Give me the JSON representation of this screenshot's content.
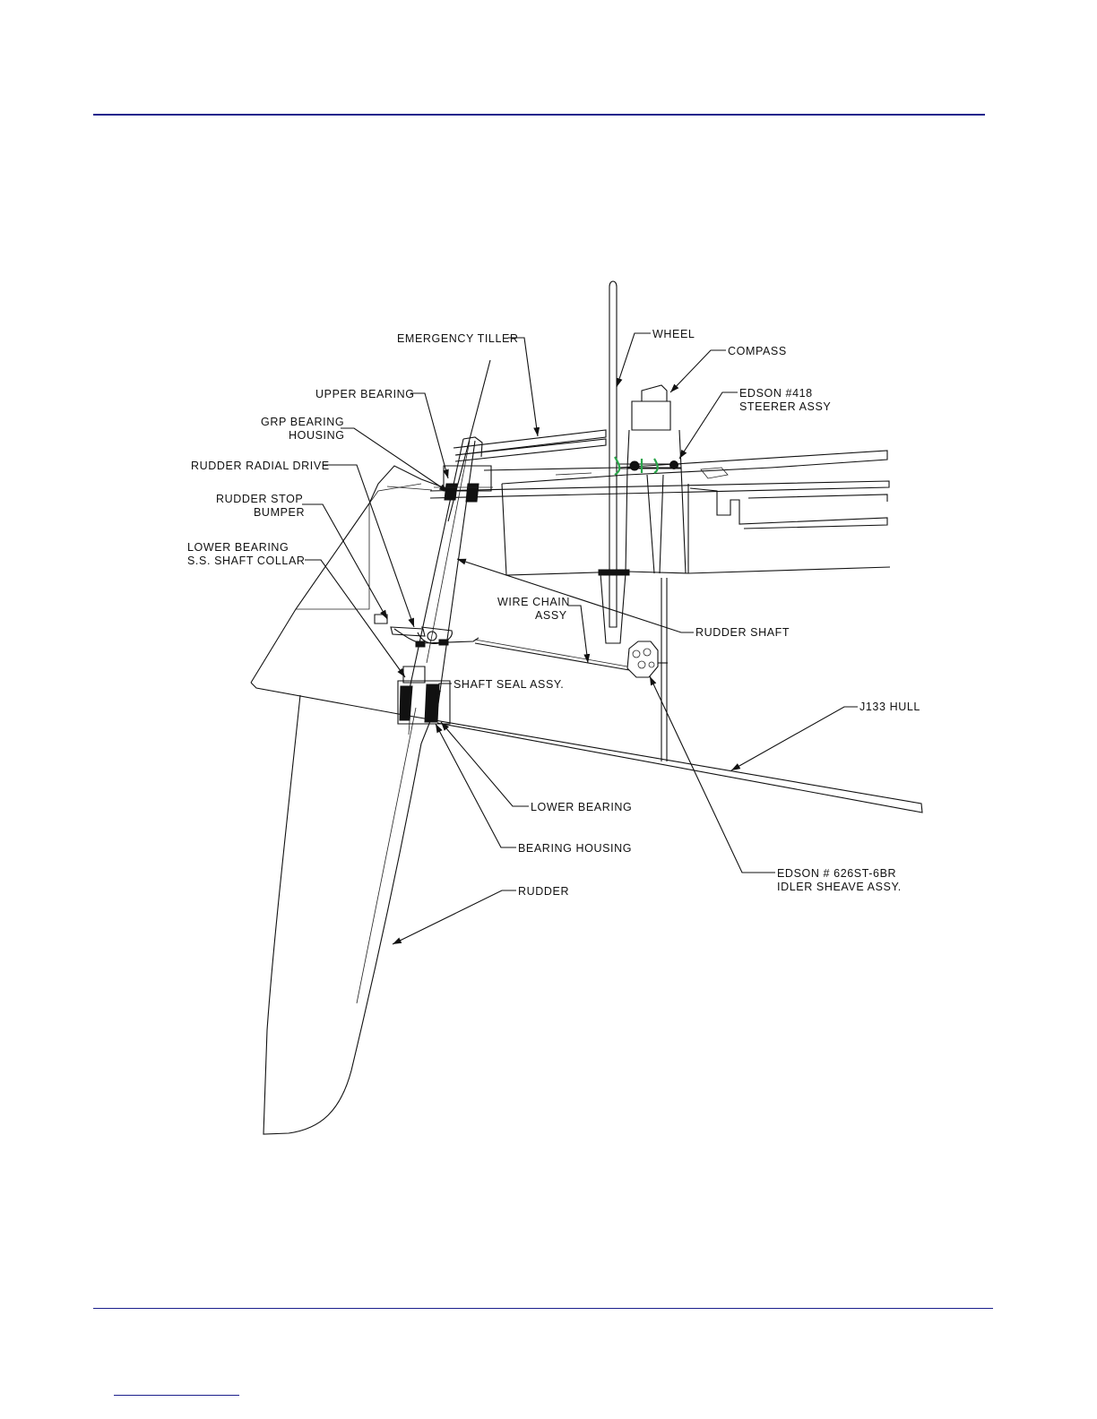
{
  "labels": {
    "emergency_tiller": "EMERGENCY TILLER",
    "wheel": "WHEEL",
    "compass": "COMPASS",
    "edson_418_line1": "EDSON #418",
    "edson_418_line2": "STEERER ASSY",
    "upper_bearing": "UPPER BEARING",
    "grp_bearing_line1": "GRP BEARING",
    "grp_bearing_line2": "HOUSING",
    "rudder_radial_drive": "RUDDER RADIAL DRIVE",
    "rudder_stop_line1": "RUDDER STOP",
    "rudder_stop_line2": "BUMPER",
    "lower_bearing_collar_line1": "LOWER BEARING",
    "lower_bearing_collar_line2": "S.S. SHAFT COLLAR",
    "wire_chain_line1": "WIRE CHAIN",
    "wire_chain_line2": "ASSY",
    "rudder_shaft": "RUDDER SHAFT",
    "shaft_seal": "SHAFT SEAL ASSY.",
    "hull": "J133 HULL",
    "lower_bearing": "LOWER BEARING",
    "bearing_housing": "BEARING HOUSING",
    "rudder": "RUDDER",
    "edson_626_line1": "EDSON # 626ST-6BR",
    "edson_626_line2": "IDLER SHEAVE ASSY."
  },
  "colors": {
    "rule": "#1b1f8c",
    "highlight": "#2aa64a"
  }
}
